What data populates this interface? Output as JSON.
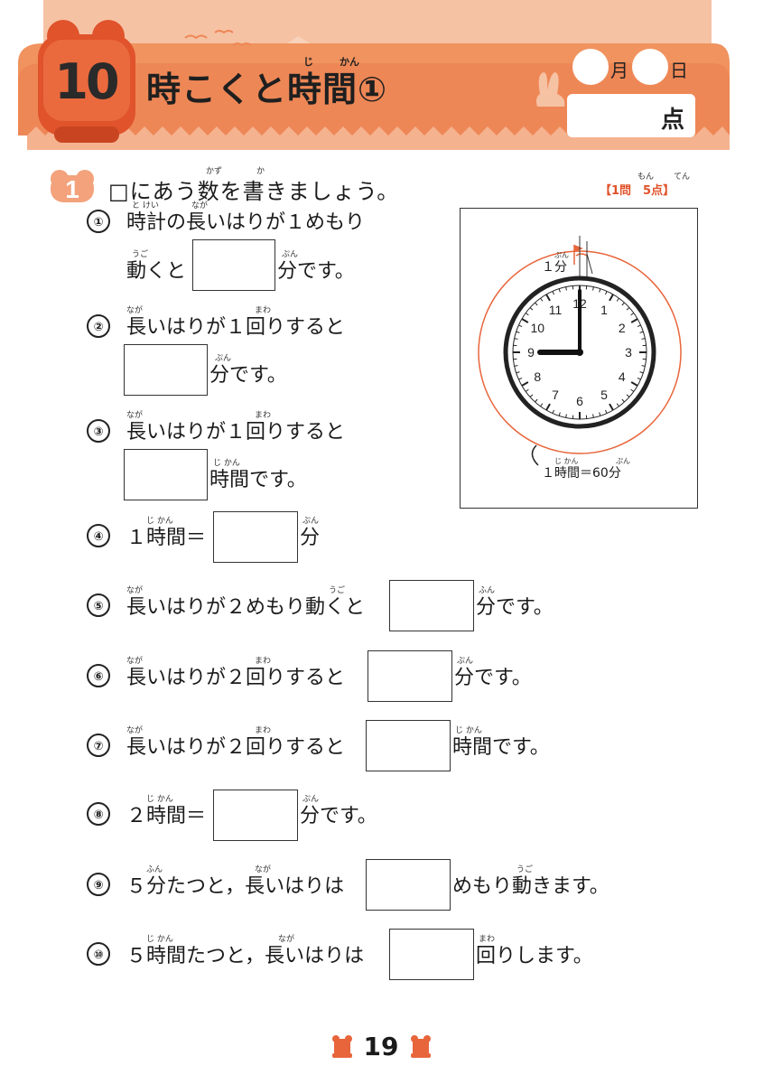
{
  "header": {
    "lesson_number": "10",
    "title": "時こくと時間①",
    "title_ruby": [
      "じ",
      "かん"
    ],
    "month_label": "月",
    "day_label": "日",
    "score_label": "点",
    "colors": {
      "band": "#f2a37c",
      "band_dark": "#ec7f55",
      "badge": "#e8653b"
    }
  },
  "section": {
    "number": "1",
    "instruction": "□にあう数を書きましょう。",
    "instruction_ruby": [
      "かず",
      "か"
    ],
    "points": "【1問　5点】",
    "points_ruby": [
      "もん",
      "てん"
    ]
  },
  "questions": [
    {
      "num": "①",
      "line1": "時計の長いはりが１めもり",
      "line1_ruby": [
        "と けい",
        "なが"
      ],
      "line2_before": "動くと",
      "line2_ruby": "うご",
      "after": "分です。",
      "after_ruby": "ぷん"
    },
    {
      "num": "②",
      "line1": "長いはりが１回りすると",
      "line1_ruby": [
        "なが",
        "まわ"
      ],
      "after": "分です。",
      "after_ruby": "ぷん"
    },
    {
      "num": "③",
      "line1": "長いはりが１回りすると",
      "line1_ruby": [
        "なが",
        "まわ"
      ],
      "after": "時間です。",
      "after_ruby": "じ かん"
    },
    {
      "num": "④",
      "before": "１時間＝",
      "before_ruby": "じ かん",
      "after": "分",
      "after_ruby": "ぷん"
    },
    {
      "num": "⑤",
      "before": "長いはりが２めもり動くと",
      "before_ruby": [
        "なが",
        "うご"
      ],
      "after": "分です。",
      "after_ruby": "ふん"
    },
    {
      "num": "⑥",
      "before": "長いはりが２回りすると",
      "before_ruby": [
        "なが",
        "まわ"
      ],
      "after": "分です。",
      "after_ruby": "ぷん"
    },
    {
      "num": "⑦",
      "before": "長いはりが２回りすると",
      "before_ruby": [
        "なが",
        "まわ"
      ],
      "after": "時間です。",
      "after_ruby": "じ かん"
    },
    {
      "num": "⑧",
      "before": "２時間＝",
      "before_ruby": "じ かん",
      "after": "分です。",
      "after_ruby": "ぷん"
    },
    {
      "num": "⑨",
      "before": "５分たつと，長いはりは",
      "before_ruby": [
        "ふん",
        "なが"
      ],
      "after": "めもり動きます。",
      "after_ruby": "うご"
    },
    {
      "num": "⑩",
      "before": "５時間たつと，長いはりは",
      "before_ruby": [
        "じ かん",
        "なが"
      ],
      "after": "回りします。",
      "after_ruby": "まわ"
    }
  ],
  "clock": {
    "numerals": [
      "12",
      "1",
      "2",
      "3",
      "4",
      "5",
      "6",
      "7",
      "8",
      "9",
      "10",
      "11"
    ],
    "one_minute_label": "１分",
    "one_minute_ruby": "ぷん",
    "hour_equation": "１時間＝60分",
    "hour_equation_ruby": [
      "じ かん",
      "ぷん"
    ],
    "hour_hand_points_to": 9,
    "minute_hand_points_to": 0,
    "accent_color": "#e8653b"
  },
  "footer": {
    "page_number": "19"
  }
}
